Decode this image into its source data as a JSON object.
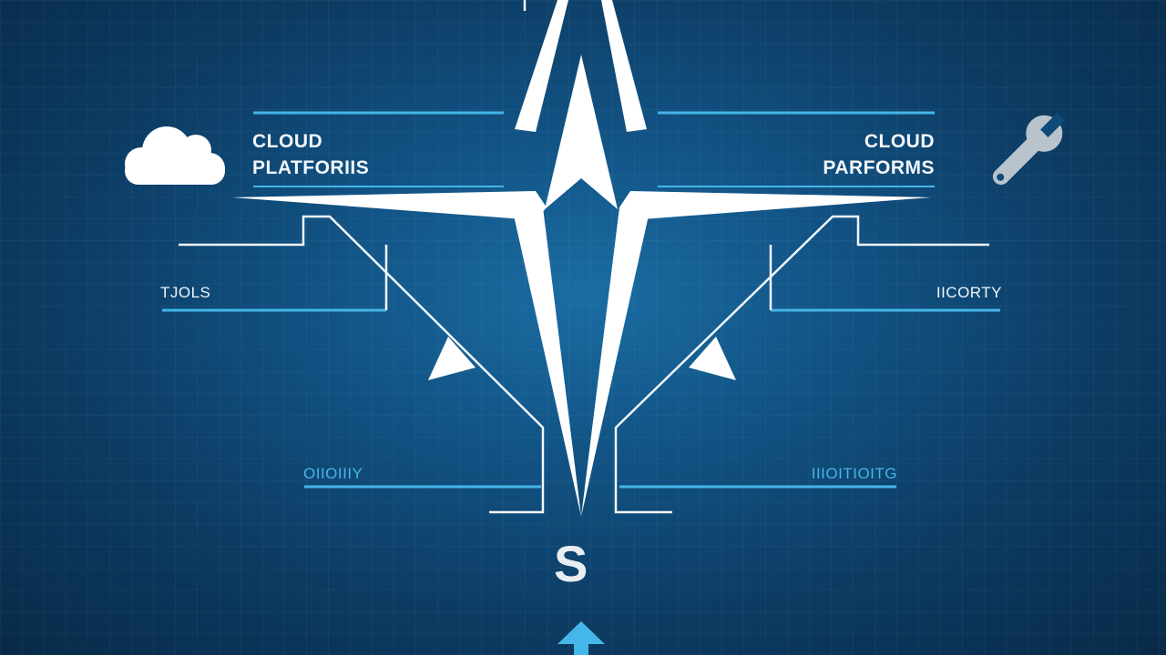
{
  "labels": {
    "top_left_line1": "CLOUD",
    "top_left_line2": "PLATFORIIS",
    "top_right_line1": "CLOUD",
    "top_right_line2": "PARFORMS",
    "mid_left": "TJOLS",
    "mid_right": "IICORTY",
    "low_left": "OIIOIIIY",
    "low_right": "IIIOITIOITG",
    "center_letter": "S"
  },
  "icons": {
    "left": "cloud-icon",
    "right": "wrench-icon",
    "bottom": "upload-arrow-icon"
  },
  "colors": {
    "background": "#125486",
    "accent": "#45b6e8",
    "foreground": "#ffffff",
    "wrench": "#b9c3cc"
  }
}
